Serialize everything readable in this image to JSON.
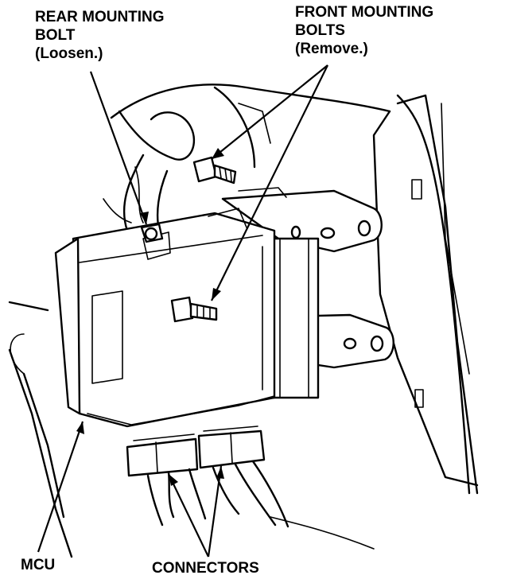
{
  "labels": {
    "rear_bolt": {
      "line1": "REAR MOUNTING",
      "line2": "BOLT",
      "line3": "(Loosen.)"
    },
    "front_bolts": {
      "line1": "FRONT MOUNTING",
      "line2": "BOLTS",
      "line3": "(Remove.)"
    },
    "mcu": "MCU",
    "connectors": "CONNECTORS"
  },
  "colors": {
    "ink": "#000000",
    "paper": "#ffffff"
  }
}
